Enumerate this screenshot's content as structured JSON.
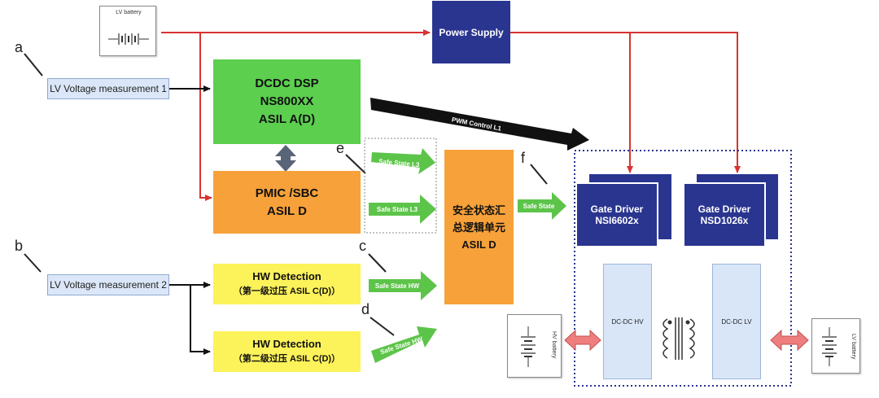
{
  "markers": {
    "a": "a",
    "b": "b",
    "c": "c",
    "d": "d",
    "e": "e",
    "f": "f"
  },
  "lv_battery_top": {
    "label": "LV battery"
  },
  "power_supply": {
    "label": "Power Supply"
  },
  "lv_meas_1": {
    "label": "LV Voltage measurement 1"
  },
  "lv_meas_2": {
    "label": "LV Voltage measurement 2"
  },
  "dcdc_dsp": {
    "line1": "DCDC DSP",
    "line2": "NS800XX",
    "line3": "ASIL A(D)"
  },
  "pmic": {
    "line1": "PMIC /SBC",
    "line2": "ASIL D"
  },
  "hw_detect_1": {
    "line1": "HW Detection",
    "line2": "（第一级过压 ASIL C(D)）"
  },
  "hw_detect_2": {
    "line1": "HW Detection",
    "line2": "（第二级过压 ASIL C(D)）"
  },
  "safe_logic": {
    "line1": "安全状态汇",
    "line2": "总逻辑单元",
    "line3": "ASIL D"
  },
  "pwm_label": "PWM Control L1",
  "safe_arrows": {
    "l3_top": "Safe State L3",
    "l3_mid": "Safe State L3",
    "hw_c": "Safe State HW",
    "hw_d": "Safe State HW",
    "out_f": "Safe State"
  },
  "gate_driver_1": {
    "line1": "Gate Driver",
    "line2": "NSI6602x"
  },
  "gate_driver_2": {
    "line1": "Gate Driver",
    "line2": "NSD1026x"
  },
  "dcdc_hv": {
    "label": "DC-DC HV"
  },
  "dcdc_lv": {
    "label": "DC-DC LV"
  },
  "hv_battery": {
    "label": "HV battery"
  },
  "lv_battery_right": {
    "label": "LV battery"
  },
  "colors": {
    "green": "#5ccf4f",
    "orange": "#f7a13a",
    "yellow": "#fcf25a",
    "navy": "#2a3590",
    "red_line": "#d93232",
    "safe_arrow": "#5dc44a"
  }
}
